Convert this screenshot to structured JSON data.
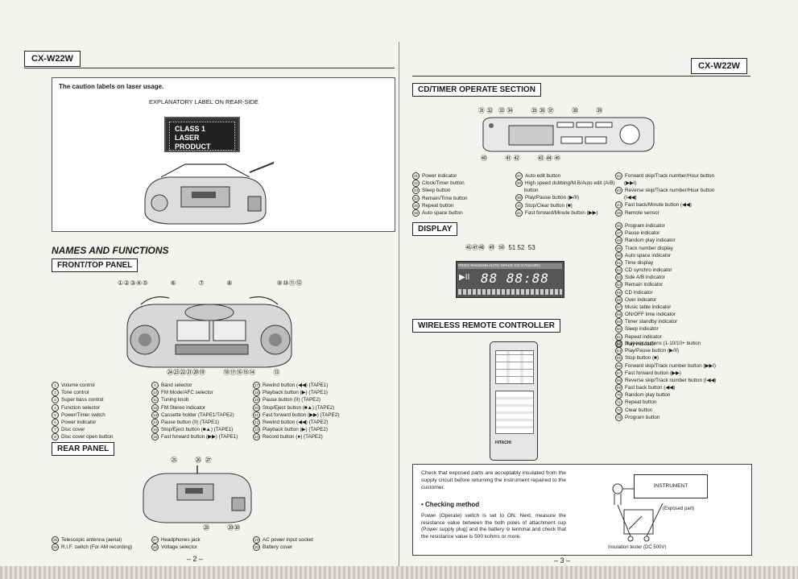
{
  "model": "CX-W22W",
  "left_page": {
    "caution_title": "The caution labels on laser usage.",
    "explanatory_label": "EXPLANATORY LABEL ON REAR-SIDE",
    "laser_label_line1": "CLASS 1",
    "laser_label_line2": "LASER PRODUCT",
    "names_title": "NAMES AND FUNCTIONS",
    "front_panel_head": "FRONT/TOP PANEL",
    "front_list_col1": [
      {
        "n": "1",
        "t": "Volume control"
      },
      {
        "n": "2",
        "t": "Tone control"
      },
      {
        "n": "3",
        "t": "Super bass control"
      },
      {
        "n": "4",
        "t": "Function selector"
      },
      {
        "n": "5",
        "t": "Power/Timer switch"
      },
      {
        "n": "6",
        "t": "Power indicator"
      },
      {
        "n": "7",
        "t": "Disc cover"
      },
      {
        "n": "8",
        "t": "Disc cover open button"
      }
    ],
    "front_list_col2": [
      {
        "n": "9",
        "t": "Band selector"
      },
      {
        "n": "10",
        "t": "FM Mode/AFC selector"
      },
      {
        "n": "11",
        "t": "Tuning knob"
      },
      {
        "n": "12",
        "t": "FM Stereo indicator"
      },
      {
        "n": "13",
        "t": "Cassette holder (TAPE1/TAPE2)"
      },
      {
        "n": "14",
        "t": "Pause button (II) (TAPE1)"
      },
      {
        "n": "15",
        "t": "Stop/Eject button (■▲) (TAPE1)"
      },
      {
        "n": "16",
        "t": "Fast forward button (▶▶) (TAPE1)"
      }
    ],
    "front_list_col3": [
      {
        "n": "17",
        "t": "Rewind button (◀◀) (TAPE1)"
      },
      {
        "n": "18",
        "t": "Playback button (▶) (TAPE1)"
      },
      {
        "n": "19",
        "t": "Pause button (II) (TAPE2)"
      },
      {
        "n": "20",
        "t": "Stop/Eject button (■▲) (TAPE2)"
      },
      {
        "n": "21",
        "t": "Fast forward button (▶▶) (TAPE2)"
      },
      {
        "n": "22",
        "t": "Rewind button (◀◀) (TAPE2)"
      },
      {
        "n": "23",
        "t": "Playback button (▶) (TAPE2)"
      },
      {
        "n": "24",
        "t": "Record button (●) (TAPE2)"
      }
    ],
    "front_top_callouts": "①②③④⑤          ⑥          ⑦          ⑧                    ⑨⑩⑪⑫",
    "front_bottom_callouts": "㉔㉓㉒㉑⑳⑲          ⑱⑰⑯⑮⑭          ⑬",
    "rear_panel_head": "REAR PANEL",
    "rear_callouts_top": "㉕          ㉖  ㉗",
    "rear_callouts_bottom": "㉘          ㉙㉚",
    "rear_list_col1": [
      {
        "n": "25",
        "t": "Telescopic antenna (aerial)"
      },
      {
        "n": "26",
        "t": "R.I.F. switch (For AM recording)"
      }
    ],
    "rear_list_col2": [
      {
        "n": "27",
        "t": "Headphones jack"
      },
      {
        "n": "28",
        "t": "Voltage selector"
      }
    ],
    "rear_list_col3": [
      {
        "n": "29",
        "t": "AC power input socket"
      },
      {
        "n": "30",
        "t": "Battery cover"
      }
    ],
    "page_number": "– 2 –"
  },
  "right_page": {
    "cd_timer_head": "CD/TIMER OPERATE SECTION",
    "cd_callouts_top": "㉛ ㉜   ㉝ ㉞          ㉟ ㊱ ㊲          ㊳          ㊴",
    "cd_callouts_bottom": "㊵          ㊶ ㊷          ㊸ ㊹ ㊺",
    "cd_list_col1": [
      {
        "n": "31",
        "t": "Power indicator"
      },
      {
        "n": "32",
        "t": "Clock/Timer button"
      },
      {
        "n": "33",
        "t": "Sleep button"
      },
      {
        "n": "34",
        "t": "Remain/Time button"
      },
      {
        "n": "35",
        "t": "Repeat button"
      },
      {
        "n": "36",
        "t": "Auto space button"
      }
    ],
    "cd_list_col2": [
      {
        "n": "37",
        "t": "Auto edit button"
      },
      {
        "n": "38",
        "t": "High speed dubbing/M.B/Auto edit (A/B)"
      },
      {
        "n": "",
        "t": "button"
      },
      {
        "n": "39",
        "t": "Play/Pause button (▶/II)"
      },
      {
        "n": "40",
        "t": "Stop/Clear button (■)"
      },
      {
        "n": "41",
        "t": "Fast forward/Minute button (▶▶)"
      }
    ],
    "cd_list_col3": [
      {
        "n": "42",
        "t": "Forward skip/Track number/Hour button"
      },
      {
        "n": "",
        "t": "(▶▶I)"
      },
      {
        "n": "43",
        "t": "Reverse skip/Track number/Hour button"
      },
      {
        "n": "",
        "t": "(I◀◀)"
      },
      {
        "n": "44",
        "t": "Fast back/Minute button (◀◀)"
      },
      {
        "n": "45",
        "t": "Remote sensor"
      }
    ],
    "display_head": "DISPLAY",
    "display_callouts_top": "㊻㊼㊽  ㊾  ㊿  51 52  53",
    "display_indicators_row": "PROG   RANDOM   AUTO SPACE   CD SYNCHRO",
    "display_digits": "88 88:88",
    "display_list": [
      {
        "n": "46",
        "t": "Program indicator"
      },
      {
        "n": "47",
        "t": "Pause indicator"
      },
      {
        "n": "48",
        "t": "Random play indicator"
      },
      {
        "n": "49",
        "t": "Track number display"
      },
      {
        "n": "50",
        "t": "Auto space indicator"
      },
      {
        "n": "51",
        "t": "Time display"
      },
      {
        "n": "52",
        "t": "CD synchro indicator"
      },
      {
        "n": "53",
        "t": "Side A/B indicator"
      },
      {
        "n": "54",
        "t": "Remain indicator"
      },
      {
        "n": "55",
        "t": "CD indicator"
      },
      {
        "n": "56",
        "t": "Over indicator"
      },
      {
        "n": "57",
        "t": "Music table indicator"
      },
      {
        "n": "58",
        "t": "ON/OFF time indicator"
      },
      {
        "n": "59",
        "t": "Timer standby indicator"
      },
      {
        "n": "60",
        "t": "Sleep indicator"
      },
      {
        "n": "61",
        "t": "Repeat indicator"
      },
      {
        "n": "62",
        "t": "Play indicator"
      }
    ],
    "remote_head": "WIRELESS REMOTE CONTROLLER",
    "remote_brand": "HITACHI",
    "remote_list": [
      {
        "n": "63",
        "t": "Numeric buttons (1-10/10+ button"
      },
      {
        "n": "64",
        "t": "Play/Pause button (▶/II)"
      },
      {
        "n": "65",
        "t": "Stop button (■)"
      },
      {
        "n": "66",
        "t": "Forward skip/Track number button (▶▶I)"
      },
      {
        "n": "67",
        "t": "Fast forward button (▶▶)"
      },
      {
        "n": "68",
        "t": "Reverse skip/Track number button (I◀◀)"
      },
      {
        "n": "69",
        "t": "Fast back button (◀◀)"
      },
      {
        "n": "70",
        "t": "Random play button"
      },
      {
        "n": "71",
        "t": "Repeat button"
      },
      {
        "n": "72",
        "t": "Clear button"
      },
      {
        "n": "73",
        "t": "Program button"
      }
    ],
    "check_text": "Check that exposed parts are acceptably insulated from the supply circuit before returning the instrument repaired to the customer.",
    "checking_method_head": "Checking method",
    "checking_body": "Power (Operate) switch is set to ON. Next, measure the resistance value between the both poles of attachment cup (Power supply plug) and the battery ⊖ terminal and check that the resistance value is 500 kohms or more.",
    "instrument_label": "INSTRUMENT",
    "exposed_part": "(Exposed part)",
    "tester_label": "Insulation tester (DC 500V)",
    "page_number": "– 3 –"
  }
}
